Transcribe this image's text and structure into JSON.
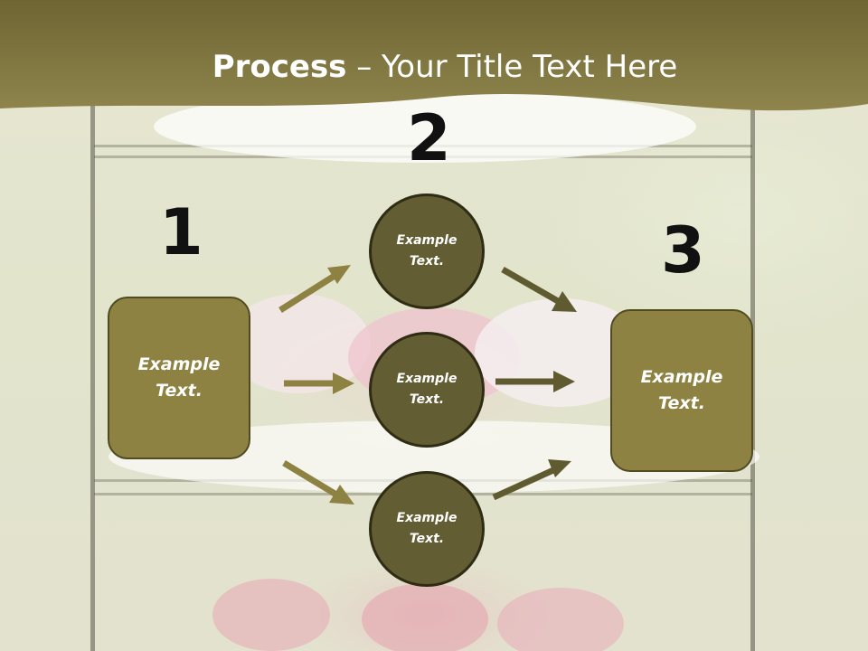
{
  "title": {
    "bold": "Process",
    "rest": " – Your Title Text Here"
  },
  "steps": {
    "step1": {
      "number": "1",
      "text_line1": "Example",
      "text_line2": "Text."
    },
    "step2": {
      "number": "2"
    },
    "step3": {
      "number": "3",
      "text_line1": "Example",
      "text_line2": "Text."
    }
  },
  "circles": [
    {
      "text_line1": "Example",
      "text_line2": "Text."
    },
    {
      "text_line1": "Example",
      "text_line2": "Text."
    },
    {
      "text_line1": "Example",
      "text_line2": "Text."
    }
  ],
  "colors": {
    "header": "#7f7540",
    "box_fill": "#8d8242",
    "circle_fill": "#625d33",
    "arrow_light": "#8d8242",
    "arrow_dark": "#5f5a30",
    "number_text": "#111111"
  }
}
